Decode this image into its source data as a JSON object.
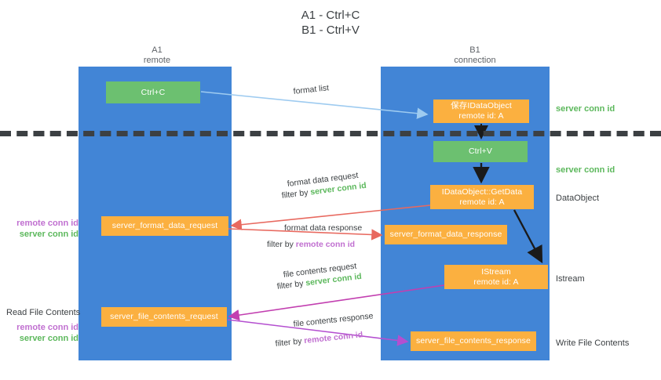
{
  "title": "A1 - Ctrl+C\nB1 - Ctrl+V",
  "columns": {
    "left": {
      "name": "A1",
      "role": "remote",
      "header": "A1\nremote"
    },
    "right": {
      "name": "B1",
      "role": "connection",
      "header": "B1\nconnection"
    }
  },
  "colors": {
    "lane": "#4285d6",
    "green_box": "#6cc070",
    "orange_box": "#fbb040",
    "server_conn_id": "#5cb85c",
    "remote_conn_id": "#c06fd0",
    "arrow_light_blue": "#9ecbf0",
    "arrow_red": "#e8695f",
    "arrow_magenta": "#c23fb0",
    "arrow_purple": "#b44fd0",
    "arrow_black": "#1a1a1a",
    "divider": "#3c4043"
  },
  "boxes": {
    "ctrl_c": "Ctrl+C",
    "idataobject": "保存IDataObject\nremote id: A",
    "ctrl_v": "Ctrl+V",
    "getdata": "IDataObject::GetData\nremote id: A",
    "server_format_data_request": "server_format_data_request",
    "server_format_data_response": "server_format_data_response",
    "istream": "IStream\nremote id: A",
    "server_file_contents_request": "server_file_contents_request",
    "server_file_contents_response": "server_file_contents_response"
  },
  "arrow_labels": {
    "format_list": "format list",
    "format_data_request": "format data request",
    "format_data_request_filter_prefix": "filter by ",
    "format_data_request_filter_value": "server conn id",
    "format_data_response": "format data response",
    "format_data_response_filter_prefix": "filter by ",
    "format_data_response_filter_value": "remote conn id",
    "file_contents_request": "file contents request",
    "file_contents_request_filter_prefix": "filter by ",
    "file_contents_request_filter_value": "server conn id",
    "file_contents_response": "file contents response",
    "file_contents_response_filter_prefix": "filter by ",
    "file_contents_response_filter_value": "remote conn id"
  },
  "side_labels": {
    "server_conn_id_top": "server conn id",
    "server_conn_id_mid": "server conn id",
    "dataobject": "DataObject",
    "istream": "Istream",
    "write_file_contents": "Write File Contents",
    "read_file_contents": "Read File Contents",
    "remote_conn_id": "remote conn id",
    "server_conn_id": "server conn id"
  }
}
